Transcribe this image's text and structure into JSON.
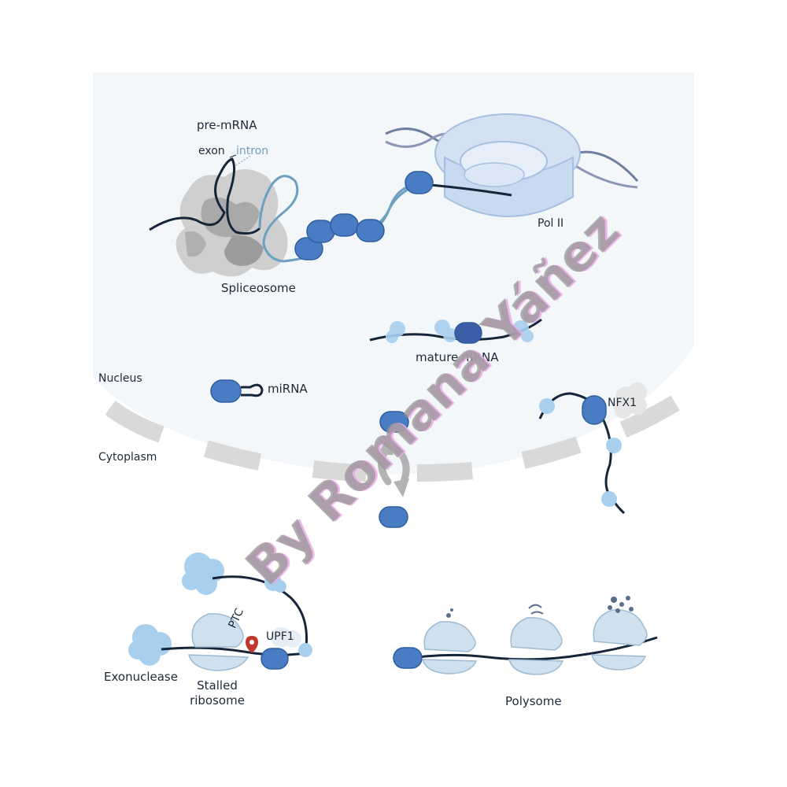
{
  "labels": {
    "pre_mrna": "pre-mRNA",
    "exon": "exon",
    "intron": "intron",
    "spliceosome": "Spliceosome",
    "pol2": "Pol II",
    "mature_mrna": "mature mRNA",
    "nucleus": "Nucleus",
    "mirna": "miRNA",
    "nfx1": "NFX1",
    "cytoplasm": "Cytoplasm",
    "ptc": "PTC",
    "upf1": "UPF1",
    "exonuclease": "Exonuclease",
    "stalled_ribosome": "Stalled\nribosome",
    "polysome": "Polysome"
  },
  "watermark": "By Romana Yáñez",
  "colors": {
    "nucleus_bg": "#f4f7fa",
    "membrane": "#d9d9d9",
    "mirna_blue": "#4a7cc4",
    "mirna_dark": "#2f5e9e",
    "ribosome": "#cfe0ee",
    "ribosome_edge": "#9fbbd2",
    "rbp": "#a8d0ee",
    "strand": "#16263a",
    "intron": "#6d9fc0",
    "spliceosome": "#bdbdbd",
    "ptc_marker": "#c0392b",
    "arrow_gray": "#b3b3b3"
  }
}
